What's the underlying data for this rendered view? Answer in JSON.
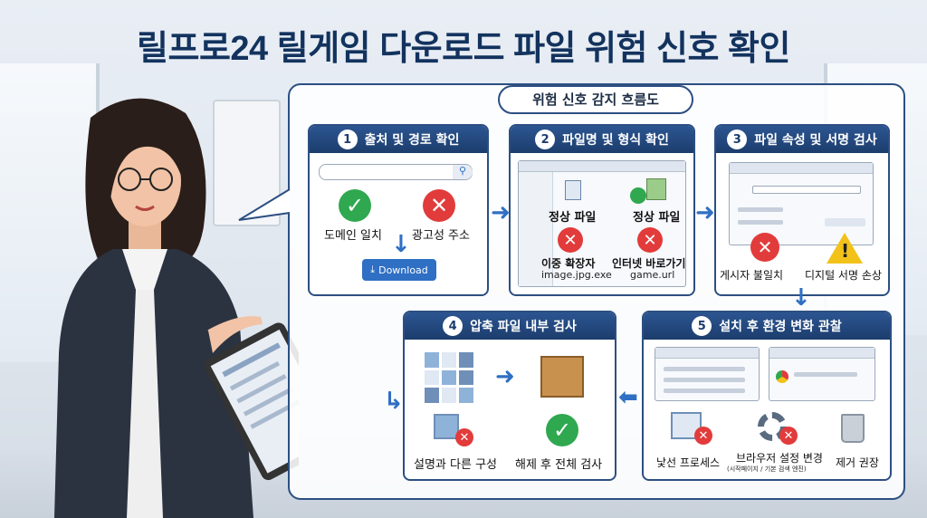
{
  "title": "릴프로24 릴게임 다운로드 파일 위험 신호 확인",
  "flow_tag": "위험 신호 감지 흐름도",
  "steps": [
    {
      "num": "1",
      "title": "출처 및 경로 확인",
      "ok_label": "도메인 일치",
      "bad_label": "광고성 주소",
      "button": "Download"
    },
    {
      "num": "2",
      "title": "파일명 및 형식 확인",
      "ok1": "정상 파일",
      "ok2": "정상 파일",
      "bad1": "이중 확장자",
      "bad1_sub": "image.jpg.exe",
      "bad2": "인터넷 바로가기",
      "bad2_sub": "game.url"
    },
    {
      "num": "3",
      "title": "파일 속성 및 서명 검사",
      "bad1": "게시자 불일치",
      "bad2": "디지털 서명 손상"
    },
    {
      "num": "4",
      "title": "압축 파일 내부 검사",
      "bad_label": "설명과 다른 구성",
      "ok_label": "해제 후 전체 검사"
    },
    {
      "num": "5",
      "title": "설치 후 환경 변화 관찰",
      "item1": "낯선 프로세스",
      "item2": "브라우저 설정 변경",
      "item2_sub": "(시작페이지 / 기본 검색 엔진)",
      "item3": "제거 권장"
    }
  ],
  "colors": {
    "navy": "#1c3d6d",
    "ok": "#2fa84f",
    "bad": "#e23b3b",
    "warn": "#f2c21b",
    "arrow": "#2f6fc4"
  }
}
